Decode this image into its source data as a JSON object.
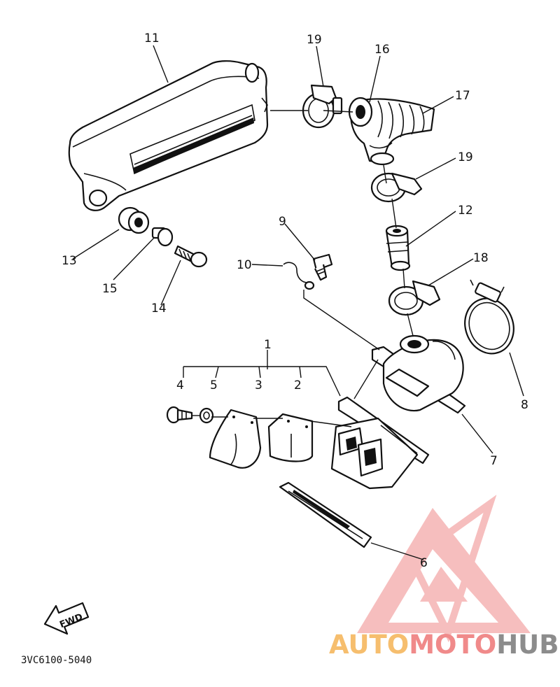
{
  "diagram": {
    "callouts": [
      {
        "id": "11",
        "label": "11"
      },
      {
        "id": "19a",
        "label": "19"
      },
      {
        "id": "16",
        "label": "16"
      },
      {
        "id": "17",
        "label": "17"
      },
      {
        "id": "19b",
        "label": "19"
      },
      {
        "id": "12",
        "label": "12"
      },
      {
        "id": "18",
        "label": "18"
      },
      {
        "id": "9",
        "label": "9"
      },
      {
        "id": "10",
        "label": "10"
      },
      {
        "id": "13",
        "label": "13"
      },
      {
        "id": "15",
        "label": "15"
      },
      {
        "id": "14",
        "label": "14"
      },
      {
        "id": "1",
        "label": "1"
      },
      {
        "id": "4",
        "label": "4"
      },
      {
        "id": "5",
        "label": "5"
      },
      {
        "id": "3",
        "label": "3"
      },
      {
        "id": "2",
        "label": "2"
      },
      {
        "id": "8",
        "label": "8"
      },
      {
        "id": "7",
        "label": "7"
      },
      {
        "id": "6",
        "label": "6"
      }
    ],
    "fwd_label": "FWD",
    "part_code": "3VC6100-5040"
  },
  "watermark": {
    "part1": "AUTO",
    "part2": "MOTO",
    "part3": "HUB",
    "colors": {
      "auto": "#f6be6e",
      "moto": "#f08a8a",
      "hub": "#8c8c8c",
      "logo": "#f08a8a"
    }
  }
}
